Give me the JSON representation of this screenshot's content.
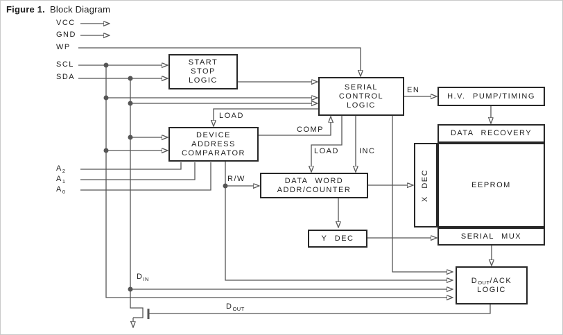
{
  "figure": {
    "label": "Figure 1.",
    "title": "Block Diagram"
  },
  "pins": {
    "vcc": "VCC",
    "gnd": "GND",
    "wp": "WP",
    "scl": "SCL",
    "sda": "SDA",
    "a2": {
      "base": "A",
      "sub": "2"
    },
    "a1": {
      "base": "A",
      "sub": "1"
    },
    "a0": {
      "base": "A",
      "sub": "0"
    }
  },
  "blocks": {
    "start_stop": "START\nSTOP\nLOGIC",
    "serial_control": "SERIAL\nCONTROL\nLOGIC",
    "hv_pump": "H.V. PUMP/TIMING",
    "data_recovery": "DATA RECOVERY",
    "x_dec": "X DEC",
    "eeprom": "EEPROM",
    "serial_mux": "SERIAL MUX",
    "device_address_comparator": "DEVICE\nADDRESS\nCOMPARATOR",
    "data_word_addr_counter": "DATA WORD\nADDR/COUNTER",
    "y_dec": "Y DEC",
    "dout_ack": {
      "base": "D",
      "sub": "OUT",
      "rest": "/ACK",
      "line2": "LOGIC"
    }
  },
  "signals": {
    "load_upper": "LOAD",
    "comp": "COMP",
    "load_lower": "LOAD",
    "inc": "INC",
    "en": "EN",
    "rw": "R/W",
    "din": {
      "base": "D",
      "sub": "IN"
    },
    "dout": {
      "base": "D",
      "sub": "OUT"
    }
  },
  "colors": {
    "wire": "#555555",
    "block_border": "#272727",
    "text": "#1c1c1c",
    "background": "#ffffff",
    "figure_border": "#c9c9c9"
  }
}
